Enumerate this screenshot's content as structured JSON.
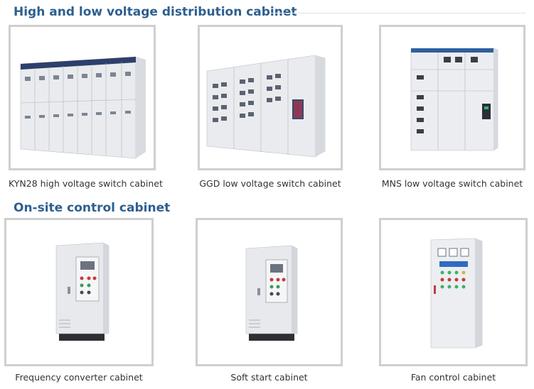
{
  "sections": [
    {
      "title": "High and low voltage distribution cabinet",
      "products": [
        {
          "name": "KYN28 high voltage switch cabinet",
          "image": "kyn28-switchgear-row"
        },
        {
          "name": "GGD low voltage switch cabinet",
          "image": "ggd-switchgear-row"
        },
        {
          "name": "MNS low voltage switch cabinet",
          "image": "mns-switchgear-row"
        }
      ]
    },
    {
      "title": "On-site control cabinet",
      "products": [
        {
          "name": "Frequency converter cabinet",
          "image": "frequency-converter-cabinet"
        },
        {
          "name": "Soft start cabinet",
          "image": "soft-start-cabinet"
        },
        {
          "name": "Fan control cabinet",
          "image": "fan-control-cabinet"
        }
      ]
    }
  ],
  "colors": {
    "heading": "#2e5f8f",
    "card_border": "#cfcfcf",
    "caption": "#333333"
  }
}
